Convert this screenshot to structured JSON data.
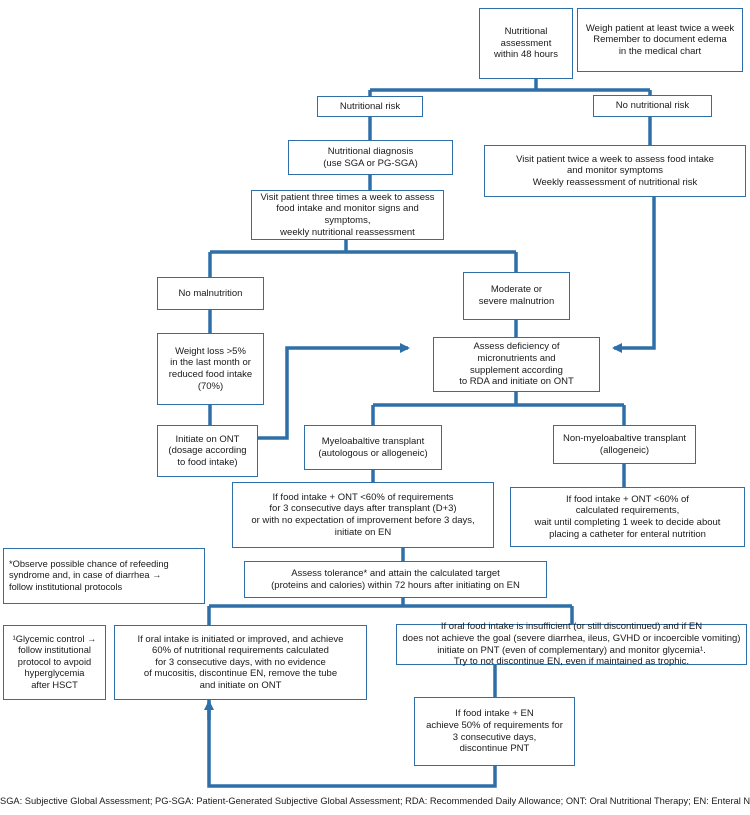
{
  "diagram": {
    "colors": {
      "box_border": "#2f6fa8",
      "connector": "#2f6fa8",
      "arrow": "#2f6fa8",
      "text": "#1a1a1a",
      "background": "#ffffff"
    },
    "nodes": {
      "assessment": "Nutritional\nassessment\nwithin 48 hours",
      "weigh_note": "Weigh patient at least twice a week\nRemember to document edema\nin the medical chart",
      "nutritional_risk": "Nutritional risk",
      "no_nutritional_risk": "No nutritional risk",
      "nutritional_diagnosis": "Nutritional diagnosis\n(use SGA or PG-SGA)",
      "visit_twice": "Visit patient twice a week to assess food intake\nand monitor symptoms\nWeekly reassessment of nutritional risk",
      "visit_three_times": "Visit patient three times a week to assess\nfood intake and monitor signs and symptoms,\nweekly nutritional reassessment",
      "no_malnutrition": "No malnutrition",
      "moderate_severe": "Moderate or\nsevere malnutrion",
      "weight_loss": "Weight loss >5%\nin the last month or\nreduced food intake\n(70%)",
      "assess_deficiency": "Assess deficiency of\nmicronutrients and\nsupplement according\nto RDA and initiate on ONT",
      "initiate_ont": "Initiate on ONT\n(dosage according\nto food intake)",
      "myeloablative": "Myeloabaltive transplant\n(autologous or allogeneic)",
      "non_myeloablative": "Non-myeloabaltive transplant\n(allogeneic)",
      "if_food_intake_ont": "If food intake + ONT <60% of requirements\nfor 3 consecutive days after transplant (D+3)\nor with no expectation of improvement before 3 days,\ninitiate on EN",
      "non_myelo_criteria": "If food intake + ONT <60% of\ncalculated requirements,\nwait until completing 1 week to decide about\nplacing a catheter for enteral nutrition",
      "refeeding_note": "*Observe possible chance of refeeding\nsyndrome and, in case of diarrhea →\nfollow institutional protocols",
      "assess_tolerance": "Assess tolerance* and attain the calculated target\n(proteins and calories) within 72 hours after initiating on EN",
      "glycemic_note": "¹Glycemic control →\nfollow institutional\nprotocol to avpoid\nhyperglycemia\nafter HSCT",
      "oral_improved": "If oral intake is initiated or improved, and achieve\n60% of nutritional requirements calculated\nfor 3 consecutive days, with no evidence\nof mucositis, discontinue EN, remove the tube\nand initiate on ONT",
      "oral_insufficient": "If oral food intake is insufficient (or still discontinued) and if EN\ndoes not achieve the goal (severe diarrhea, ileus, GVHD or incoercible vomiting)\ninitiate on PNT (even of complementary) and monitor glycemia¹.\nTry to not discontinue EN, even if maintained as trophic.",
      "food_intake_en": "If food intake + EN\nachieve 50% of requirements for\n3 consecutive days,\ndiscontinue PNT"
    },
    "footnote": "SGA: Subjective Global Assessment; PG-SGA: Patient-Generated Subjective Global Assessment; RDA: Recommended Daily Allowance; ONT: Oral Nutritional Therapy; EN: Enteral Nutrition; PNT: Parenteral Nutrition Therapy; GVHD: Graft-Versus-Host Disease; HSCT: Hematopoietic Stem Cell Transplantation"
  }
}
